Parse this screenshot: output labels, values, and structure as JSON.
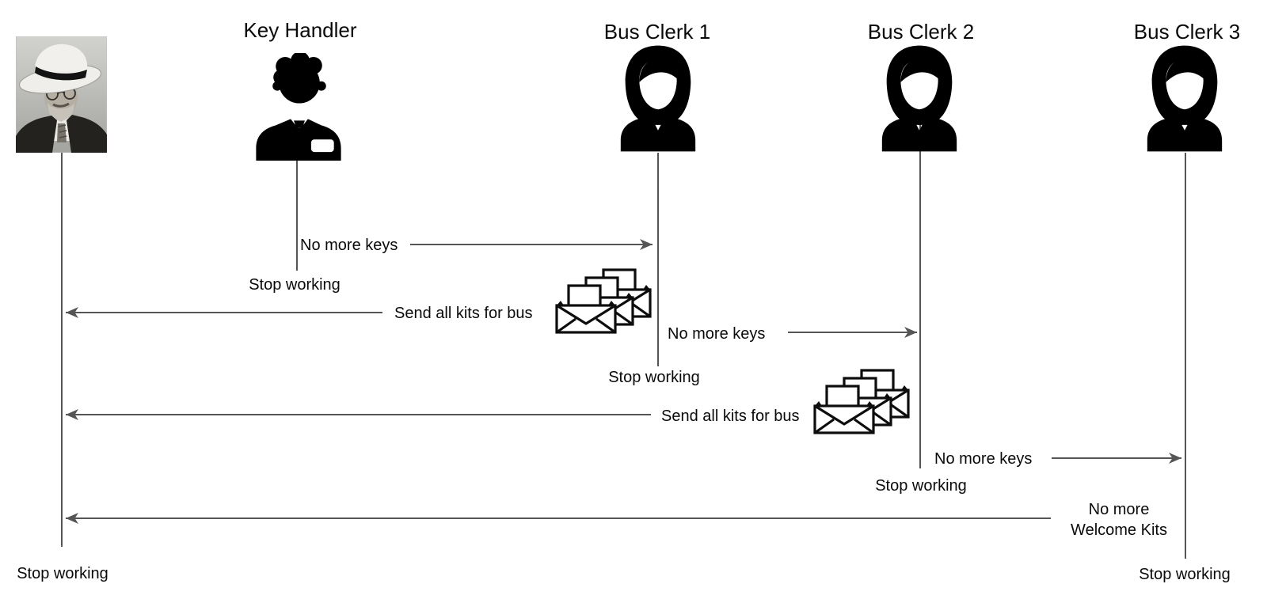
{
  "diagram": {
    "type": "sequence-diagram",
    "background": "#ffffff"
  },
  "colors": {
    "line": "#555555",
    "text": "#0a0a0a",
    "icon": "#000000"
  },
  "actors": [
    {
      "label": "",
      "kind": "photo",
      "icon": "hilbert-portrait-photo"
    },
    {
      "label": "Key Handler",
      "kind": "person",
      "icon": "man-in-suit-icon"
    },
    {
      "label": "Bus Clerk 1",
      "kind": "person",
      "icon": "woman-icon"
    },
    {
      "label": "Bus Clerk 2",
      "kind": "person",
      "icon": "woman-icon"
    },
    {
      "label": "Bus Clerk 3",
      "kind": "person",
      "icon": "woman-icon"
    }
  ],
  "sequence": [
    {
      "label": "No more keys",
      "from_actor": 1,
      "to_actor": 2,
      "direction": "right"
    },
    {
      "label": "Stop working",
      "actor": 1,
      "type": "end-note"
    },
    {
      "label": "Send all kits for bus",
      "from_actor": 2,
      "to_actor": 0,
      "direction": "left",
      "icon": "envelope-stack"
    },
    {
      "label": "No more keys",
      "from_actor": 2,
      "to_actor": 3,
      "direction": "right"
    },
    {
      "label": "Stop working",
      "actor": 2,
      "type": "end-note"
    },
    {
      "label": "Send all kits for bus",
      "from_actor": 3,
      "to_actor": 0,
      "direction": "left",
      "icon": "envelope-stack"
    },
    {
      "label": "No more keys",
      "from_actor": 3,
      "to_actor": 4,
      "direction": "right"
    },
    {
      "label": "Stop working",
      "actor": 3,
      "type": "end-note"
    },
    {
      "label_line1": "No more",
      "label_line2": "Welcome Kits",
      "from_actor": 4,
      "to_actor": 0,
      "direction": "left"
    },
    {
      "label": "Stop working",
      "actor": 0,
      "type": "end-note"
    },
    {
      "label": "Stop working",
      "actor": 4,
      "type": "end-note"
    }
  ]
}
